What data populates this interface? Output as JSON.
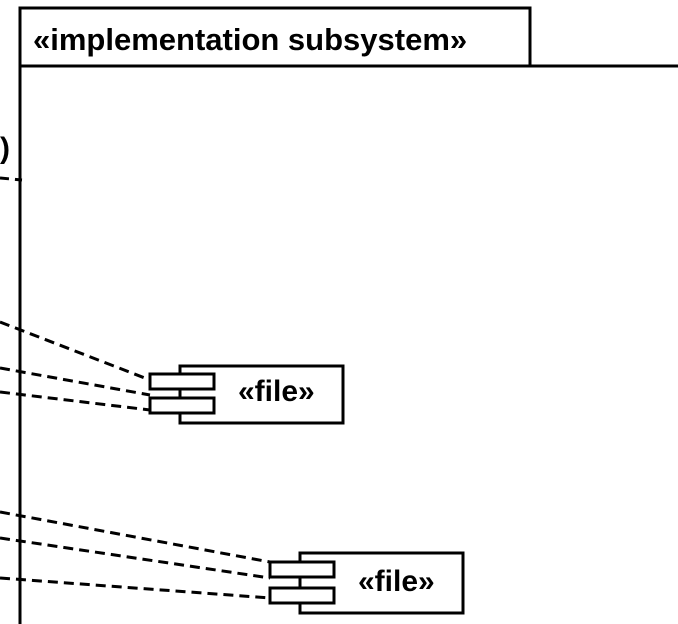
{
  "subsystem": {
    "stereotype": "«implementation subsystem»"
  },
  "components": [
    {
      "label": "«file»"
    },
    {
      "label": "«file»"
    }
  ],
  "edge_fragment": {
    "text": ")"
  },
  "colors": {
    "line": "#000000",
    "background": "#ffffff"
  }
}
